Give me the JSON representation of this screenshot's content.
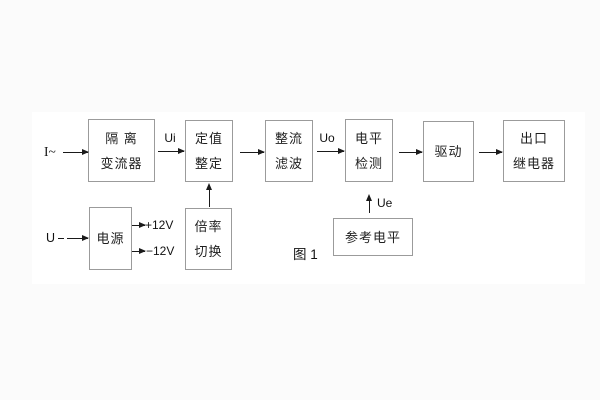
{
  "figure": {
    "caption": "图 1",
    "inputs": {
      "current": "I~",
      "voltage": "U"
    },
    "signals": {
      "ui": "Ui",
      "uo": "Uo",
      "ue": "Ue",
      "plus12": "+12V",
      "minus12": "−12V"
    },
    "blocks": [
      {
        "id": "isolation-transformer",
        "lines": [
          "隔 离",
          "变流器"
        ]
      },
      {
        "id": "setting-adjust",
        "lines": [
          "定值",
          "整定"
        ]
      },
      {
        "id": "rectify-filter",
        "lines": [
          "整流",
          "滤波"
        ]
      },
      {
        "id": "level-detect",
        "lines": [
          "电平",
          "检测"
        ]
      },
      {
        "id": "drive",
        "lines": [
          "驱动"
        ]
      },
      {
        "id": "output-relay",
        "lines": [
          "出口",
          "继电器"
        ]
      },
      {
        "id": "power-supply",
        "lines": [
          "电源"
        ]
      },
      {
        "id": "ratio-switch",
        "lines": [
          "倍率",
          "切换"
        ]
      },
      {
        "id": "reference-level",
        "lines": [
          "参考电平"
        ]
      }
    ],
    "colors": {
      "background": "#fbfbfb",
      "panel": "#ffffff",
      "box_border": "#9b9b9b",
      "line": "#1a1a1a",
      "text": "#1f1f1f"
    }
  }
}
